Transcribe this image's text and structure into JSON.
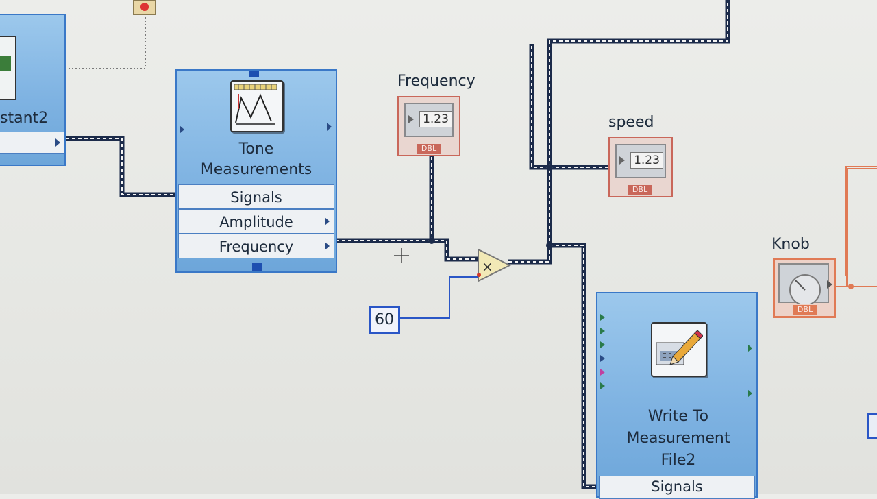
{
  "left_node": {
    "label": "stant2"
  },
  "tone_node": {
    "title": "Tone Measurements",
    "terminals": [
      "Signals",
      "Amplitude",
      "Frequency"
    ]
  },
  "frequency_indicator": {
    "label": "Frequency",
    "value": "1.23",
    "type": "DBL"
  },
  "speed_indicator": {
    "label": "speed",
    "value": "1.23",
    "type": "DBL"
  },
  "constant": {
    "value": "60"
  },
  "knob": {
    "label": "Knob",
    "type": "DBL"
  },
  "write_node": {
    "title": "Write To Measurement File2",
    "terminal": "Signals"
  },
  "colors": {
    "express_fill": "#7fb3e2",
    "express_border": "#3a78c7",
    "dynamic_wire": "#1c2b4a",
    "dbl_wire": "#c9675a",
    "numeric_wire": "#2a56c6"
  }
}
